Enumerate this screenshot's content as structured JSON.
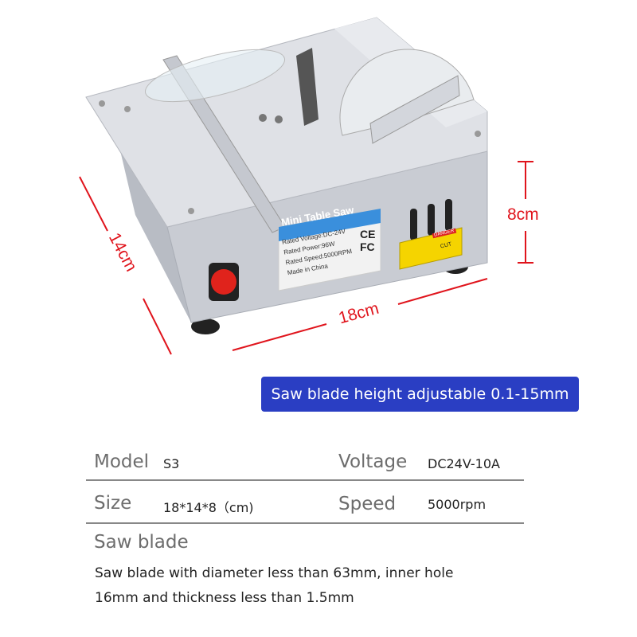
{
  "product": {
    "label_title": "Mini Table Saw",
    "label_lines": [
      "Rated Voltage:DC-24V",
      "Rated Power:96W",
      "Rated Speed:5000RPM",
      "Made in China"
    ],
    "cert_marks": [
      "CE",
      "FC"
    ],
    "warning_sticker": {
      "header": "DANGER",
      "text": "CUT"
    },
    "switch_color": "#e0231c"
  },
  "dimensions": {
    "depth": "14cm",
    "width": "18cm",
    "height": "8cm",
    "color": "#e0141c"
  },
  "banner": {
    "text": "Saw blade height adjustable 0.1-15mm",
    "color": "#2a3ec3"
  },
  "specs": {
    "rows": [
      {
        "label": "Model",
        "value": "S3",
        "label2": "Voltage",
        "value2": "DC24V-10A"
      },
      {
        "label": "Size",
        "value": "18*14*8（cm)",
        "label2": "Speed",
        "value2": "5000rpm"
      }
    ],
    "blade_heading": "Saw blade",
    "blade_lines": [
      "Saw blade with diameter less than 63mm, inner hole",
      "16mm and thickness less than 1.5mm"
    ]
  }
}
